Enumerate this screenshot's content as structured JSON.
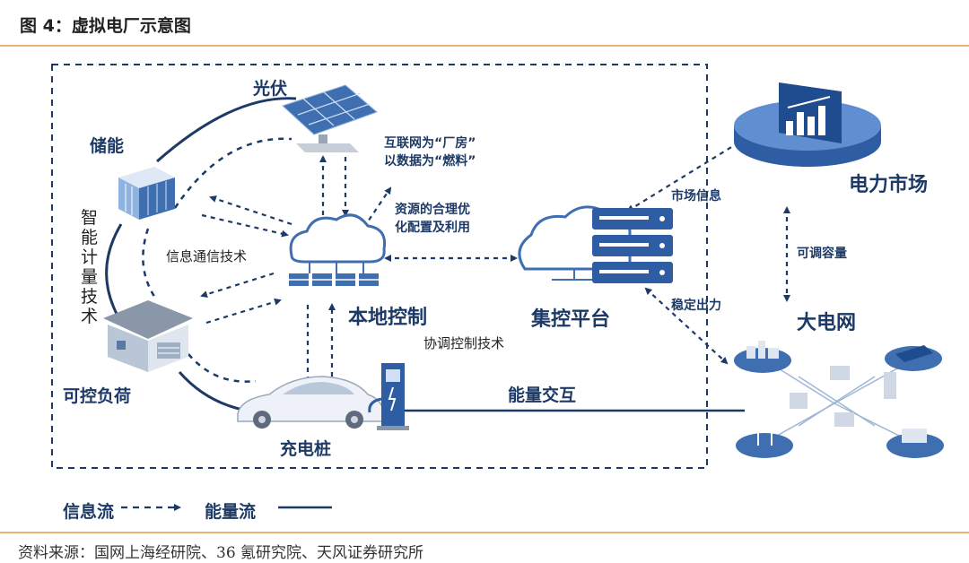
{
  "figure_title": "图 4：虚拟电厂示意图",
  "source": "资料来源：国网上海经研院、36 氪研究院、天风证券研究所",
  "nodes": {
    "solar": "光伏",
    "storage": "储能",
    "controllable_load": "可控负荷",
    "charging_pile": "充电桩",
    "local_control": "本地控制",
    "aggregation_platform": "集控平台",
    "power_market": "电力市场",
    "grid": "大电网"
  },
  "annotations": {
    "internet_line1": "互联网为“厂房”",
    "internet_line2": "以数据为“燃料”",
    "resource_line1": "资源的合理优",
    "resource_line2": "化配置及利用",
    "info_comm": "信息通信技术",
    "smart_metering": "智能计量技术",
    "coordination": "协调控制技术",
    "energy_exchange": "能量交互",
    "market_info": "市场信息",
    "adjustable_capacity": "可调容量",
    "stable_output": "稳定出力"
  },
  "legend": {
    "info_flow": "信息流",
    "energy_flow": "能量流"
  },
  "colors": {
    "primary": "#1d3a66",
    "accent_rule": "#e9b57a",
    "icon_blue": "#3f6fb0",
    "icon_light": "#8fb3e0"
  }
}
